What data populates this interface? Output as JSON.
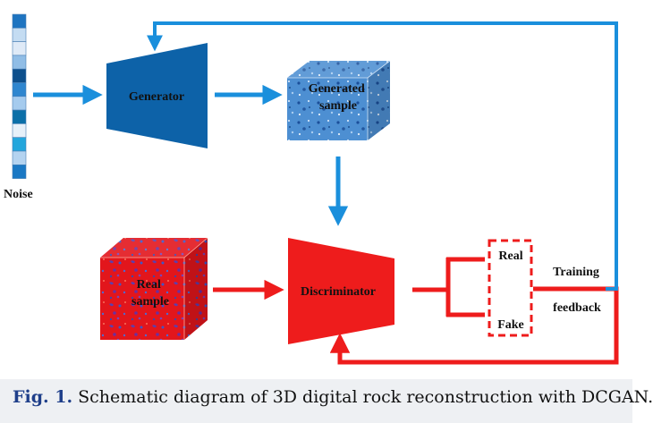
{
  "diagram": {
    "noise_label": "Noise",
    "generator_label": "Generator",
    "generated_sample_label_line1": "Generated",
    "generated_sample_label_line2": "sample",
    "real_sample_label_line1": "Real",
    "real_sample_label_line2": "sample",
    "discriminator_label": "Discriminator",
    "real_output_label": "Real",
    "fake_output_label": "Fake",
    "training_label": "Training",
    "feedback_label": "feedback",
    "noise_colors": [
      "#1e74c0",
      "#c4dcf2",
      "#dfeaf7",
      "#90bde6",
      "#0d4f8c",
      "#2f86cf",
      "#a5cbee",
      "#0b6fa8",
      "#e6f0f9",
      "#23a6dc",
      "#b4d3f0",
      "#1a78c4"
    ],
    "colors": {
      "blue_arrow": "#1a8fdc",
      "generator": "#0d62a8",
      "generated_cube": "#4d8fd2",
      "red": "#ee1c1c",
      "caption_accent": "#1f3f8a"
    }
  },
  "caption": {
    "label": "Fig. 1.",
    "text": "Schematic diagram of 3D digital rock reconstruction with DCGAN."
  }
}
